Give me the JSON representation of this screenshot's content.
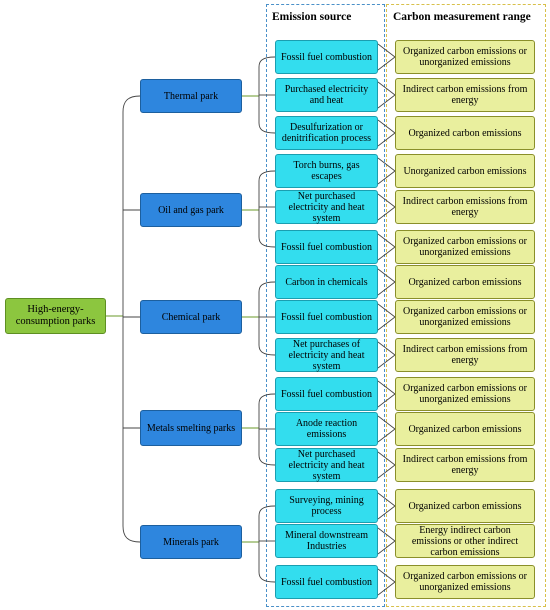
{
  "headers": {
    "source": "Emission source",
    "range": "Carbon measurement range"
  },
  "root": "High-energy-consumption parks",
  "parks": [
    {
      "name": "Thermal park",
      "rows": [
        {
          "source": "Fossil fuel combustion",
          "range": "Organized carbon emissions or unorganized emissions"
        },
        {
          "source": "Purchased electricity and heat",
          "range": "Indirect carbon emissions from energy"
        },
        {
          "source": "Desulfurization or denitrification process",
          "range": "Organized carbon emissions"
        }
      ]
    },
    {
      "name": "Oil and gas park",
      "rows": [
        {
          "source": "Torch burns, gas escapes",
          "range": "Unorganized carbon emissions"
        },
        {
          "source": "Net purchased electricity and heat system",
          "range": "Indirect carbon emissions from energy"
        },
        {
          "source": "Fossil fuel combustion",
          "range": "Organized carbon emissions or unorganized emissions"
        }
      ]
    },
    {
      "name": "Chemical park",
      "rows": [
        {
          "source": "Carbon in chemicals",
          "range": "Organized carbon emissions"
        },
        {
          "source": "Fossil fuel combustion",
          "range": "Organized carbon emissions or unorganized emissions"
        },
        {
          "source": "Net purchases of electricity and heat system",
          "range": "Indirect carbon emissions from energy"
        }
      ]
    },
    {
      "name": "Metals smelting parks",
      "rows": [
        {
          "source": "Fossil fuel combustion",
          "range": "Organized carbon emissions or unorganized emissions"
        },
        {
          "source": "Anode reaction emissions",
          "range": "Organized carbon emissions"
        },
        {
          "source": "Net purchased electricity and heat system",
          "range": "Indirect carbon emissions from energy"
        }
      ]
    },
    {
      "name": "Minerals park",
      "rows": [
        {
          "source": "Surveying, mining process",
          "range": "Organized carbon emissions"
        },
        {
          "source": "Mineral downstream Industries",
          "range": "Energy indirect carbon emissions or other indirect carbon emissions"
        },
        {
          "source": "Fossil fuel combustion",
          "range": "Organized carbon emissions or unorganized emissions"
        }
      ]
    }
  ]
}
